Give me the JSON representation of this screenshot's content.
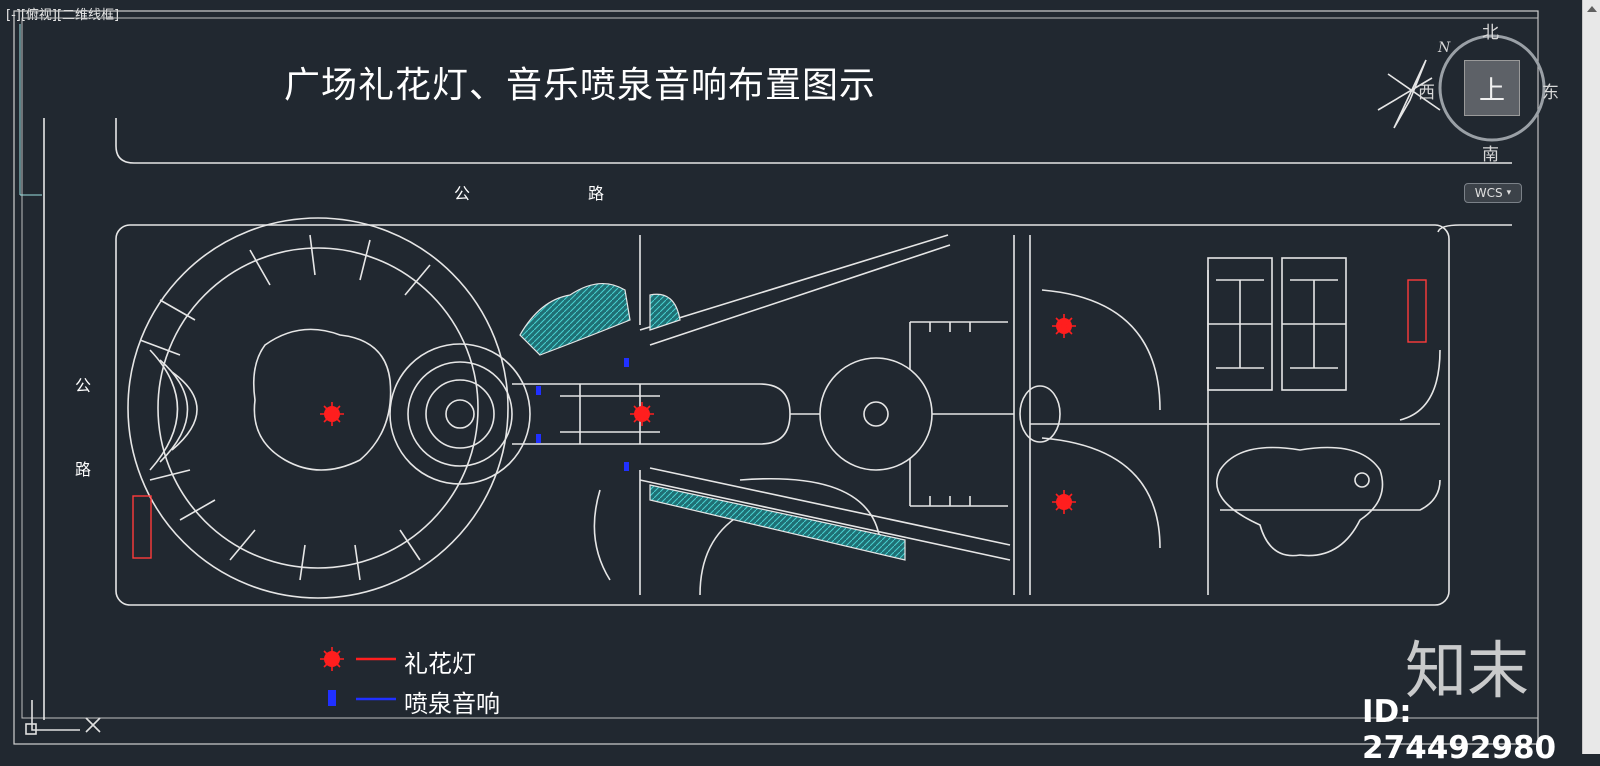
{
  "viewport": {
    "label": "[-][俯视][二维线框]"
  },
  "drawing": {
    "title": "广场礼花灯、音乐喷泉音响布置图示",
    "road_top": [
      "公",
      "路"
    ],
    "road_left": [
      "公",
      "路"
    ]
  },
  "legend": {
    "items": [
      {
        "label": "礼花灯",
        "color": "#ff1e1e",
        "icon": "firework-lamp-icon"
      },
      {
        "label": "喷泉音响",
        "color": "#2030ff",
        "icon": "fountain-speaker-icon"
      }
    ]
  },
  "viewcube": {
    "north": "北",
    "south": "南",
    "east": "东",
    "west": "西",
    "face": "上",
    "compass_letter": "N",
    "wcs_label": "WCS"
  },
  "colors": {
    "background": "#212830",
    "linework": "#e6e6e6",
    "hatch": "#2fb3b3",
    "firework": "#ff1e1e",
    "speaker": "#2030ff",
    "court": "#ff3b3b"
  },
  "watermark": {
    "logo": "知末",
    "id": "ID: 274492980"
  }
}
